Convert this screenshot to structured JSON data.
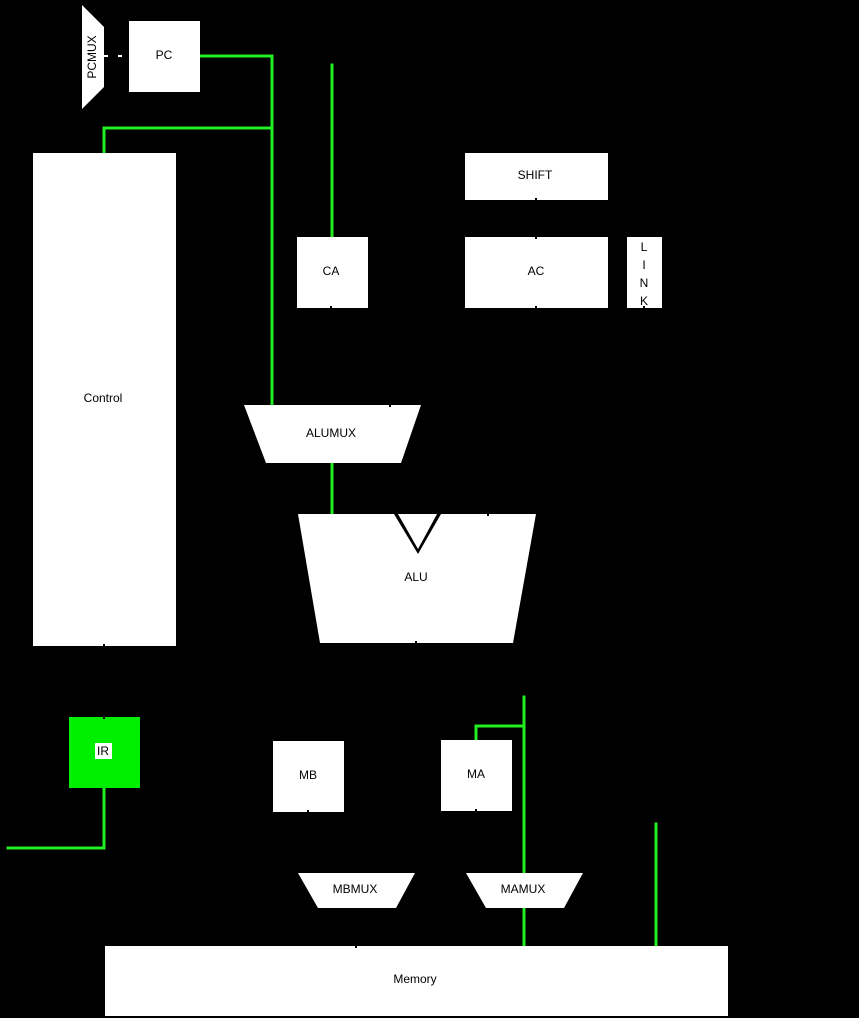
{
  "colors": {
    "background": "#000000",
    "block": "#ffffff",
    "active_block": "#00ee00",
    "active_wire": "#22ee22",
    "text": "#000000"
  },
  "blocks": {
    "pcmux": "PCMUX",
    "pc": "PC",
    "control": "Control",
    "shift": "SHIFT",
    "ca": "CA",
    "ac": "AC",
    "link": "LINK",
    "alumux": "ALUMUX",
    "alu": "ALU",
    "ir": "IR",
    "mb": "MB",
    "ma": "MA",
    "mbmux": "MBMUX",
    "mamux": "MAMUX",
    "memory": "Memory"
  },
  "active": {
    "blocks": [
      "ir"
    ]
  }
}
